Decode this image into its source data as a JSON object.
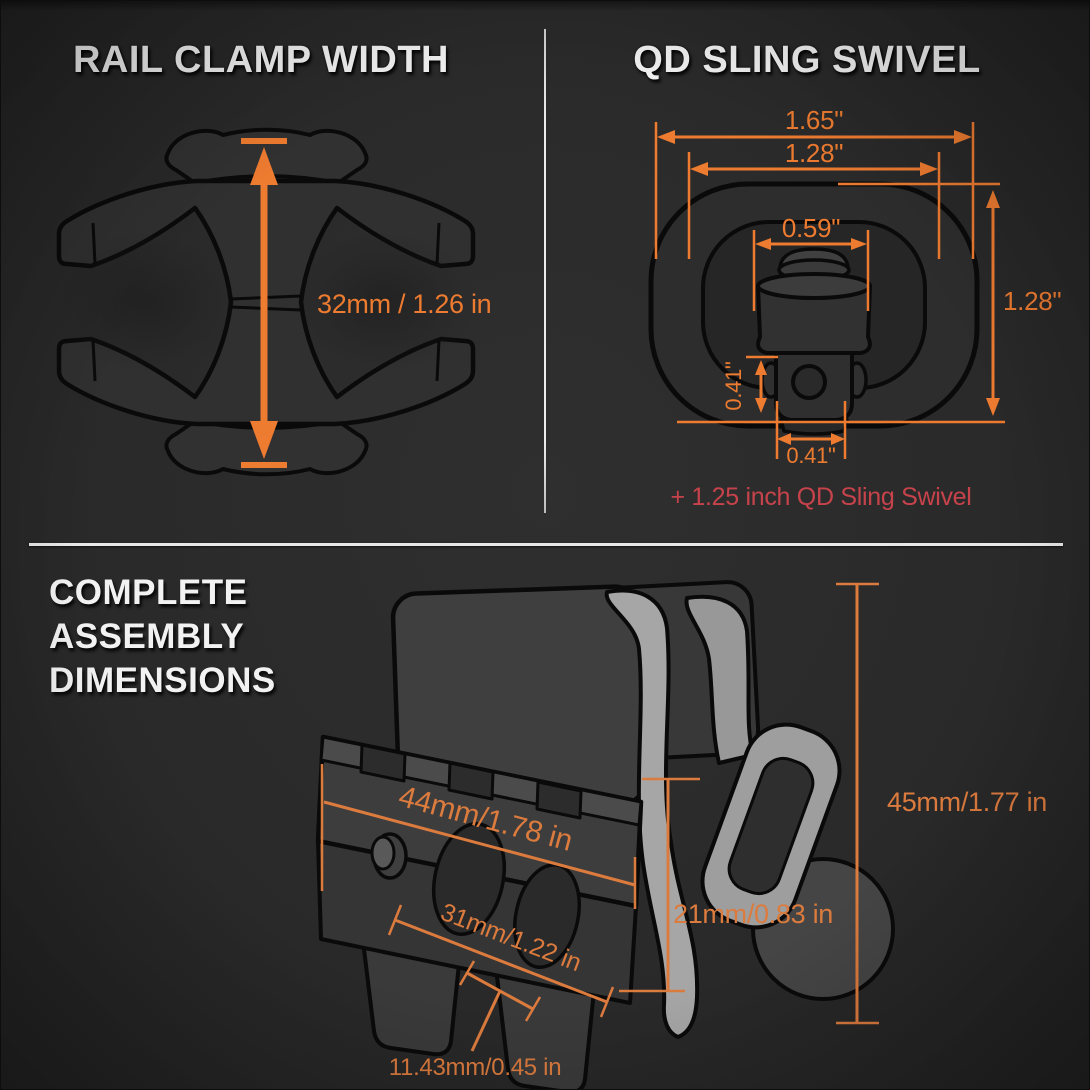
{
  "image_kind": "product dimension infographic",
  "colors": {
    "background": "#2b2b2b",
    "dimension_orange": "#ed7b30",
    "dimension_orange_soft": "#dc7b3e",
    "note_red": "#c7434b",
    "title_white": "#f2f2f2",
    "divider": "#e8e8e8"
  },
  "panels": {
    "rail_clamp": {
      "title": "RAIL CLAMP WIDTH",
      "dimension_label": "32mm / 1.26 in"
    },
    "qd_swivel": {
      "title": "QD SLING SWIVEL",
      "dim_outer_width": "1.65\"",
      "dim_loop_width": "1.28\"",
      "dim_inner_width": "0.59\"",
      "dim_height": "1.28\"",
      "dim_stem_height": "0.41\"",
      "dim_stem_width": "0.41\"",
      "note": "+ 1.25 inch QD Sling Swivel"
    },
    "assembly": {
      "title_line1": "COMPLETE",
      "title_line2": "ASSEMBLY",
      "title_line3": "DIMENSIONS",
      "dim_rail_length": "44mm/1.78 in",
      "dim_base_length": "31mm/1.22 in",
      "dim_clamp_height": "21mm/0.83 in",
      "dim_total_height": "45mm/1.77 in",
      "dim_slot": "11.43mm/0.45 in"
    }
  }
}
